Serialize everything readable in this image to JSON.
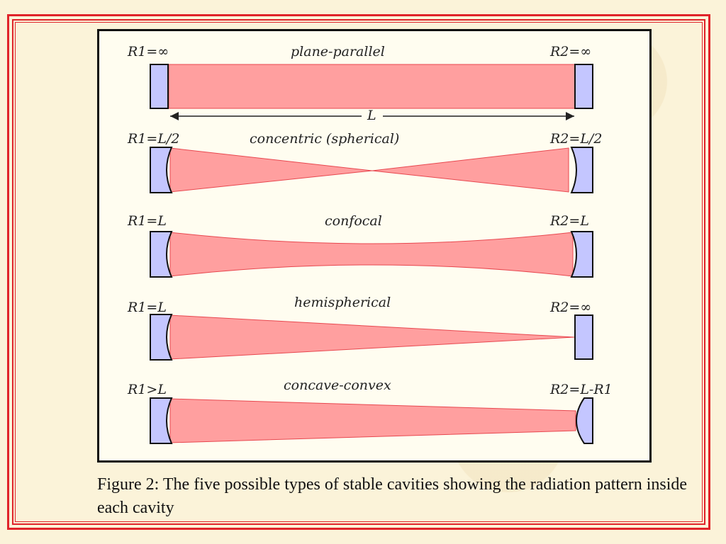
{
  "cavities": [
    {
      "type": "plane-parallel",
      "r1": "R1=∞",
      "r2": "R2=∞",
      "length_label": "L"
    },
    {
      "type": "concentric (spherical)",
      "r1": "R1=L/2",
      "r2": "R2=L/2"
    },
    {
      "type": "confocal",
      "r1": "R1=L",
      "r2": "R2=L"
    },
    {
      "type": "hemispherical",
      "r1": "R1=L",
      "r2": "R2=∞"
    },
    {
      "type": "concave-convex",
      "r1": "R1>L",
      "r2": "R2=L-R1"
    }
  ],
  "caption": "Figure 2: The five possible types of stable cavities showing the radiation pattern inside each cavity",
  "colors": {
    "beam": "#ff9f9f",
    "beam_edge": "#e8474f",
    "mirror": "#c4c6ff",
    "frame": "#e0242a"
  }
}
